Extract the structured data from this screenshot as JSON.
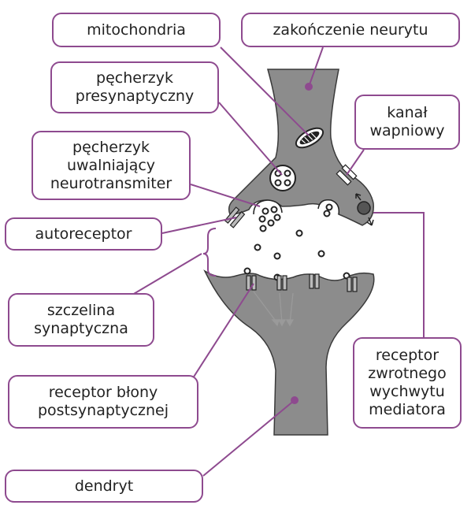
{
  "colors": {
    "accent": "#8e4a8f",
    "neuron_fill": "#8c8c8c",
    "neuron_stroke": "#3a3a3a",
    "cleft_fill": "#ffffff"
  },
  "labels": {
    "mitochondria": "mitochondria",
    "neurite_terminal": "zakończenie neurytu",
    "presynaptic_vesicle": [
      "pęcherzyk",
      "presynaptyczny"
    ],
    "calcium_channel": [
      "kanał",
      "wapniowy"
    ],
    "releasing_vesicle": [
      "pęcherzyk",
      "uwalniający",
      "neurotransmiter"
    ],
    "autoreceptor": "autoreceptor",
    "synaptic_cleft": [
      "szczelina",
      "synaptyczna"
    ],
    "reuptake_receptor": [
      "receptor",
      "zwrotnego",
      "wychwytu",
      "mediatora"
    ],
    "postsynaptic_receptor": [
      "receptor błony",
      "postsynaptycznej"
    ],
    "dendrite": "dendryt"
  }
}
